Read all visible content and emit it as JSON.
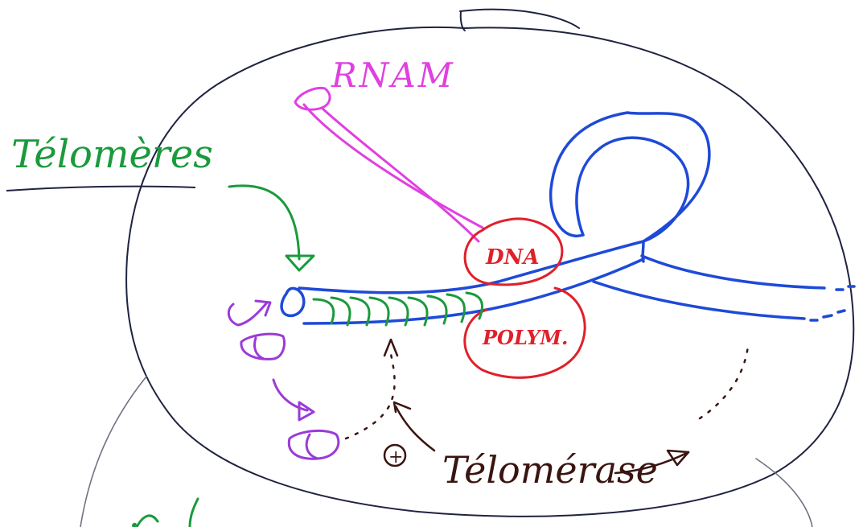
{
  "labels": {
    "rnam": "RNAM",
    "telomeres": "Télomères",
    "dna": "DNA",
    "polym": "POLYM.",
    "telomerase": "Télomérase",
    "plus_sign": "+",
    "bottom_fragment": "·"
  },
  "colors": {
    "ink_dark": "#1f2340",
    "ink_grey": "#6f7380",
    "rna": "#e040e0",
    "dna": "#1e4ad8",
    "telomere_green": "#1a9a3c",
    "polymerase_red": "#e0202a",
    "telomerase_brown": "#3a1410",
    "purple": "#9a3ad8"
  }
}
